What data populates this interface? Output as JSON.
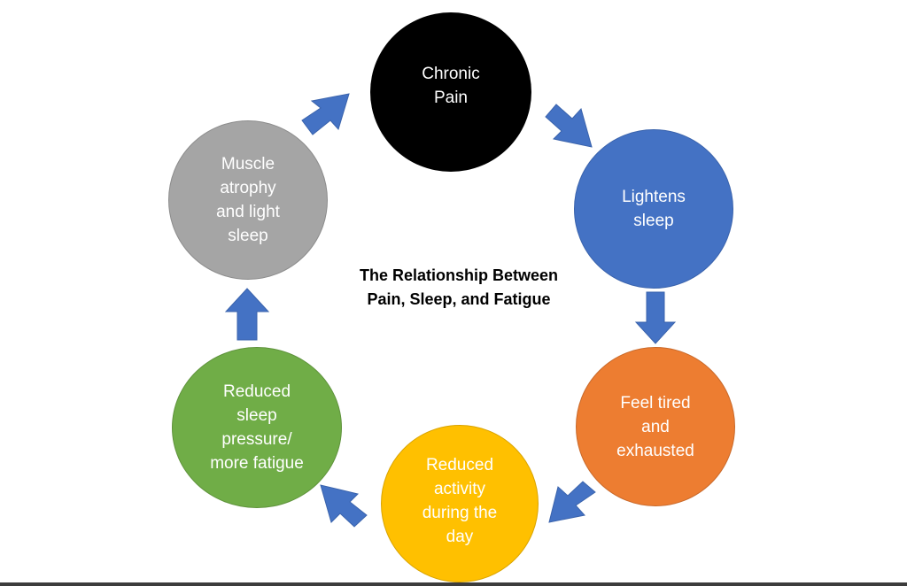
{
  "diagram": {
    "title": "The Relationship Between\nPain, Sleep, and Fatigue",
    "nodes": [
      {
        "id": "chronic-pain",
        "label": "Chronic\nPain",
        "color": "#000000"
      },
      {
        "id": "lightens-sleep",
        "label": "Lightens\nsleep",
        "color": "#4472c4"
      },
      {
        "id": "feel-tired",
        "label": "Feel tired\nand\nexhausted",
        "color": "#ed7d31"
      },
      {
        "id": "reduced-activity",
        "label": "Reduced\nactivity\nduring the\nday",
        "color": "#ffc000"
      },
      {
        "id": "reduced-sleep-pressure",
        "label": "Reduced\nsleep\npressure/\nmore fatigue",
        "color": "#70ad47"
      },
      {
        "id": "muscle-atrophy",
        "label": "Muscle\natrophy\nand light\nsleep",
        "color": "#a5a5a5"
      }
    ],
    "arrow_color": "#4472c4"
  }
}
